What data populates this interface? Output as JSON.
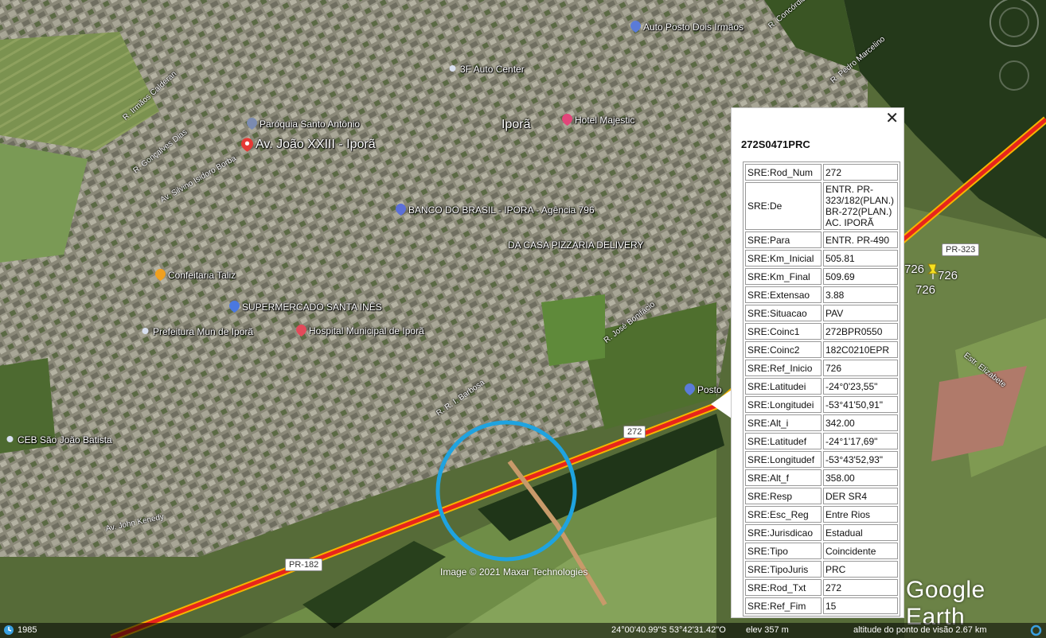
{
  "places": [
    {
      "label": "Auto Posto Dois Irmãos",
      "icon": "gas-pin-icon"
    },
    {
      "label": "3F Auto Center",
      "icon": "dot-pin-icon"
    },
    {
      "label": "Paróquia Santo Antônio",
      "icon": "church-pin-icon"
    },
    {
      "label": "Av. João XXIII - Iporã",
      "icon": "red-pin-icon"
    },
    {
      "label": "Iporã",
      "icon": ""
    },
    {
      "label": "Hotel Majestic",
      "icon": "hotel-pin-icon"
    },
    {
      "label": "BANCO DO BRASIL - IPORA - Agência 796",
      "icon": "bank-pin-icon"
    },
    {
      "label": "DA CASA PIZZARIA DELIVERY",
      "icon": ""
    },
    {
      "label": "Confeitaria Taliz",
      "icon": "food-pin-icon"
    },
    {
      "label": "SUPERMERCADO SANTA INÊS",
      "icon": "shop-pin-icon"
    },
    {
      "label": "Prefeitura Mun de Iporã",
      "icon": "dot-pin-icon"
    },
    {
      "label": "Hospital Municipal de Iporã",
      "icon": "hospital-pin-icon"
    },
    {
      "label": "Posto",
      "icon": "gas-pin-icon"
    },
    {
      "label": "CEB São João Batista",
      "icon": "dot-pin-icon"
    }
  ],
  "streets": [
    "R. Irmãos Calderan",
    "R. Pedro Marcelino",
    "R. Gonçalves Dias",
    "R. Concórdia",
    "Av. Silvino Isidoro Borba",
    "R. José Bonifácio",
    "R. R. I. Barbosa",
    "Av. John Kenedy",
    "Estr. Elizabete"
  ],
  "roads": {
    "pr323": "PR-323",
    "br272": "272",
    "pr182": "PR-182"
  },
  "markers": {
    "a": "726",
    "b": "726",
    "c": "726"
  },
  "copyright": "Image © 2021 Maxar Technologies",
  "logo": "Google Earth",
  "status": {
    "year": "1985",
    "coords": "24°00'40.99\"S   53°42'31.42\"O",
    "elev": "elev   357 m",
    "altitude": "altitude do ponto de visão   2.67 km"
  },
  "popup": {
    "title": "272S0471PRC",
    "close_symbol": "✕",
    "rows": [
      {
        "key": "SRE:Rod_Num",
        "value": "272"
      },
      {
        "key": "SRE:De",
        "value": "ENTR. PR-323/182(PLAN.) BR-272(PLAN.) AC. IPORÃ"
      },
      {
        "key": "SRE:Para",
        "value": "ENTR. PR-490"
      },
      {
        "key": "SRE:Km_Inicial",
        "value": "505.81"
      },
      {
        "key": "SRE:Km_Final",
        "value": "509.69"
      },
      {
        "key": "SRE:Extensao",
        "value": "3.88"
      },
      {
        "key": "SRE:Situacao",
        "value": "PAV"
      },
      {
        "key": "SRE:Coinc1",
        "value": "272BPR0550"
      },
      {
        "key": "SRE:Coinc2",
        "value": "182C0210EPR"
      },
      {
        "key": "SRE:Ref_Inicio",
        "value": "726"
      },
      {
        "key": "SRE:Latitudei",
        "value": "-24°0'23,55\""
      },
      {
        "key": "SRE:Longitudei",
        "value": "-53°41'50,91\""
      },
      {
        "key": "SRE:Alt_i",
        "value": "342.00"
      },
      {
        "key": "SRE:Latitudef",
        "value": "-24°1'17,69\""
      },
      {
        "key": "SRE:Longitudef",
        "value": "-53°43'52,93\""
      },
      {
        "key": "SRE:Alt_f",
        "value": "358.00"
      },
      {
        "key": "SRE:Resp",
        "value": "DER SR4"
      },
      {
        "key": "SRE:Esc_Reg",
        "value": "Entre Rios"
      },
      {
        "key": "SRE:Jurisdicao",
        "value": "Estadual"
      },
      {
        "key": "SRE:Tipo",
        "value": "Coincidente"
      },
      {
        "key": "SRE:TipoJuris",
        "value": "PRC"
      },
      {
        "key": "SRE:Rod_Txt",
        "value": "272"
      },
      {
        "key": "SRE:Ref_Fim",
        "value": "15"
      }
    ]
  },
  "colors": {
    "road": "#e8241c",
    "road_edge": "#f5b400",
    "circle": "#1fa3e0",
    "urban": "#8c8a7c",
    "vegetation": "#3d5a28",
    "field": "#6f8a4a"
  }
}
